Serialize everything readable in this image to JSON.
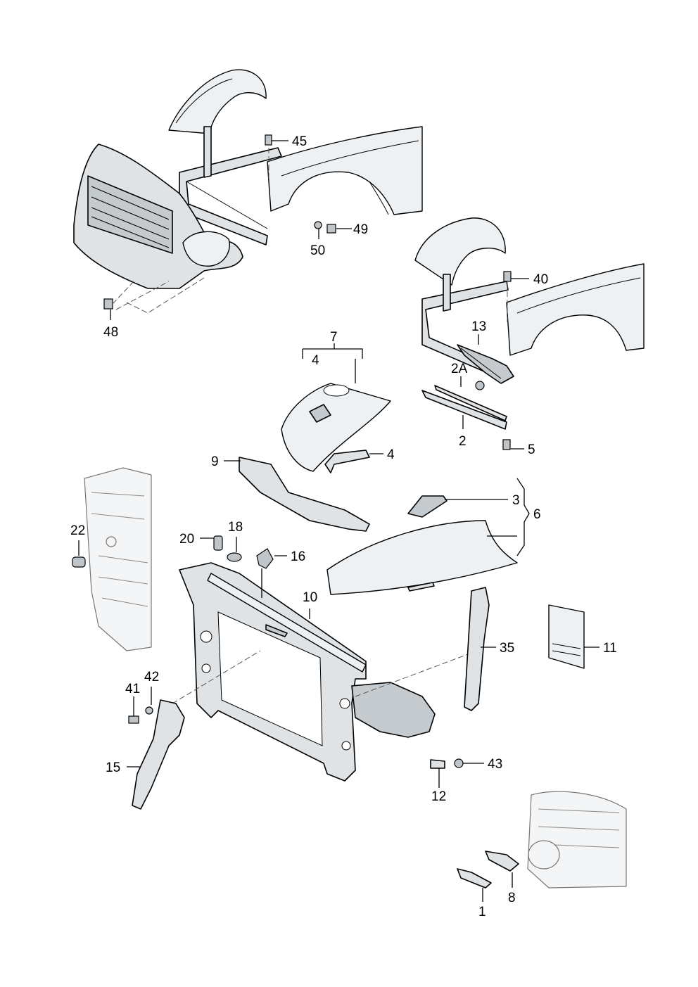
{
  "labels": {
    "p45": "45",
    "p49": "49",
    "p50": "50",
    "p48": "48",
    "p40": "40",
    "p13": "13",
    "p2A": "2A",
    "p2": "2",
    "p5": "5",
    "p7": "7",
    "p4a": "4",
    "p4b": "4",
    "p9": "9",
    "p3": "3",
    "p6": "6",
    "p22": "22",
    "p20": "20",
    "p18": "18",
    "p16": "16",
    "p10": "10",
    "p35": "35",
    "p11": "11",
    "p41": "41",
    "p42": "42",
    "p15": "15",
    "p43": "43",
    "p12": "12",
    "p8": "8",
    "p1": "1"
  }
}
